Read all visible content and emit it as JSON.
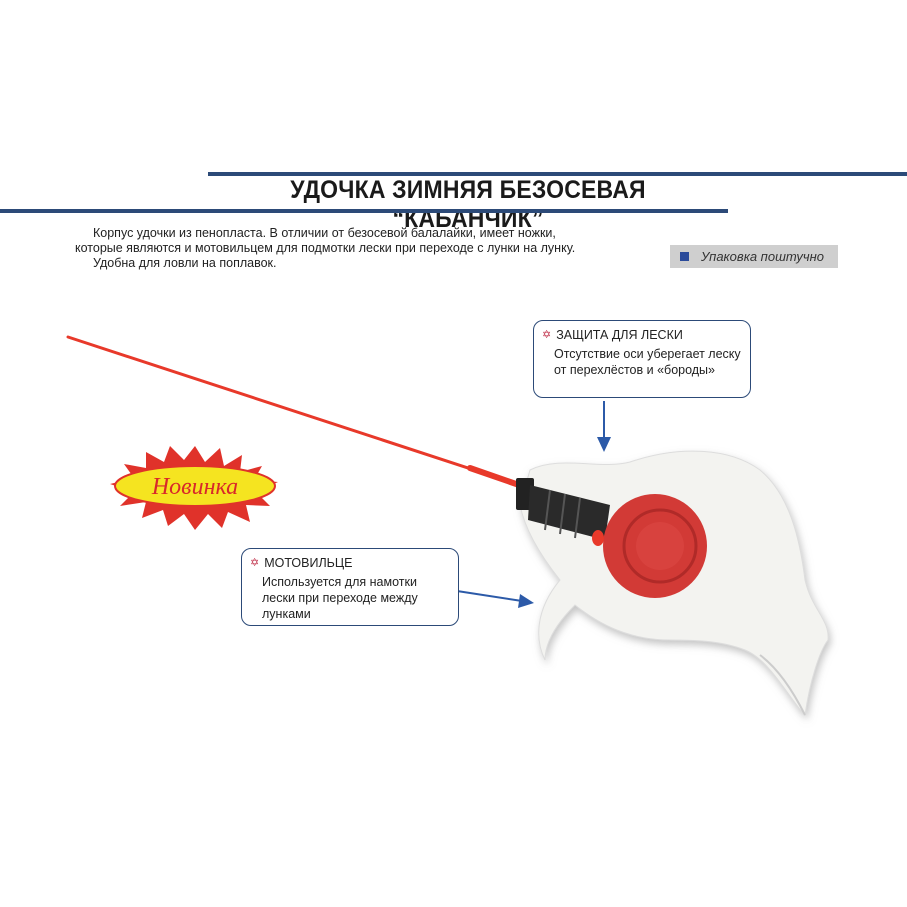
{
  "title": "УДОЧКА ЗИМНЯЯ БЕЗОСЕВАЯ “КАБАНЧИК”",
  "description": [
    "Корпус удочки из пенопласта. В отличии от безосевой балалайки, имеет ножки, которые являются и мотовильцем для подмотки лески при переходе с лунки на лунку.",
    "Удобна для ловли на поплавок."
  ],
  "badge": "Упаковка поштучно",
  "new_label": "Новинка",
  "callouts": [
    {
      "title": "ЗАЩИТА ДЛЯ ЛЕСКИ",
      "text": "Отсутствие оси уберегает леску от перехлёстов и «бороды»"
    },
    {
      "title": "МОТОВИЛЬЦЕ",
      "text": "Используется для намотки лески при переходе между лунками"
    }
  ],
  "colors": {
    "accent": "#2c4a78",
    "rod": "#e8392a",
    "reel": "#d23a36",
    "badge_bg": "#cfcfcf"
  }
}
